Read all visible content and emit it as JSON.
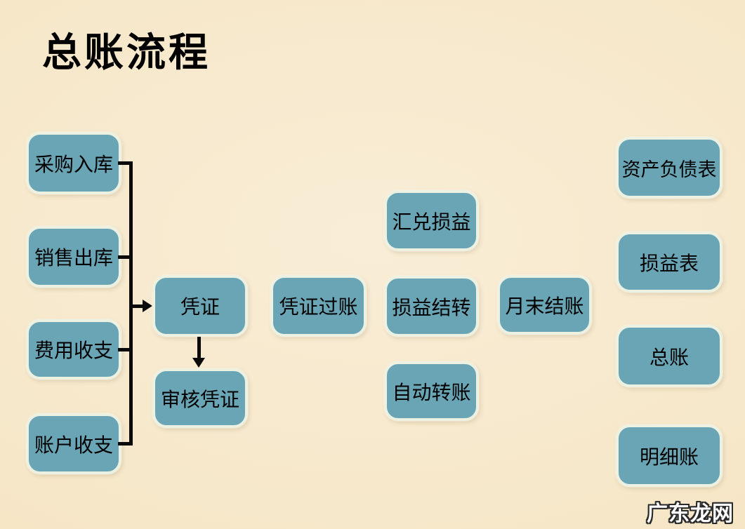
{
  "page": {
    "title": "总账流程"
  },
  "colors": {
    "background": "#F7E8CA",
    "box_fill": "#6AA5B5",
    "box_border": "#EDF1E2",
    "connector": "#0A0A0A",
    "title_color": "#000000",
    "box_text": "#000000"
  },
  "diagram": {
    "source_nodes": [
      {
        "id": "purchase-inbound",
        "label": "采购入库"
      },
      {
        "id": "sales-outbound",
        "label": "销售出库"
      },
      {
        "id": "expense-income",
        "label": "费用收支"
      },
      {
        "id": "account-income",
        "label": "账户收支"
      }
    ],
    "voucher_nodes": [
      {
        "id": "voucher",
        "label": "凭证"
      },
      {
        "id": "audit-voucher",
        "label": "审核凭证"
      }
    ],
    "process_nodes": [
      {
        "id": "voucher-posting",
        "label": "凭证过账"
      },
      {
        "id": "exchange-gain-loss",
        "label": "汇兑损益"
      },
      {
        "id": "profit-loss-carryover",
        "label": "损益结转"
      },
      {
        "id": "auto-transfer",
        "label": "自动转账"
      },
      {
        "id": "month-end-closing",
        "label": "月末结账"
      }
    ],
    "report_nodes": [
      {
        "id": "balance-sheet",
        "label": "资产负债表"
      },
      {
        "id": "income-statement",
        "label": "损益表"
      },
      {
        "id": "general-ledger",
        "label": "总账"
      },
      {
        "id": "detail-ledger",
        "label": "明细账"
      }
    ],
    "edges": [
      "采购入库 → 凭证",
      "销售出库 → 凭证",
      "费用收支 → 凭证",
      "账户收支 → 凭证",
      "凭证 → 审核凭证"
    ]
  },
  "watermark": {
    "text": "广东龙网"
  }
}
